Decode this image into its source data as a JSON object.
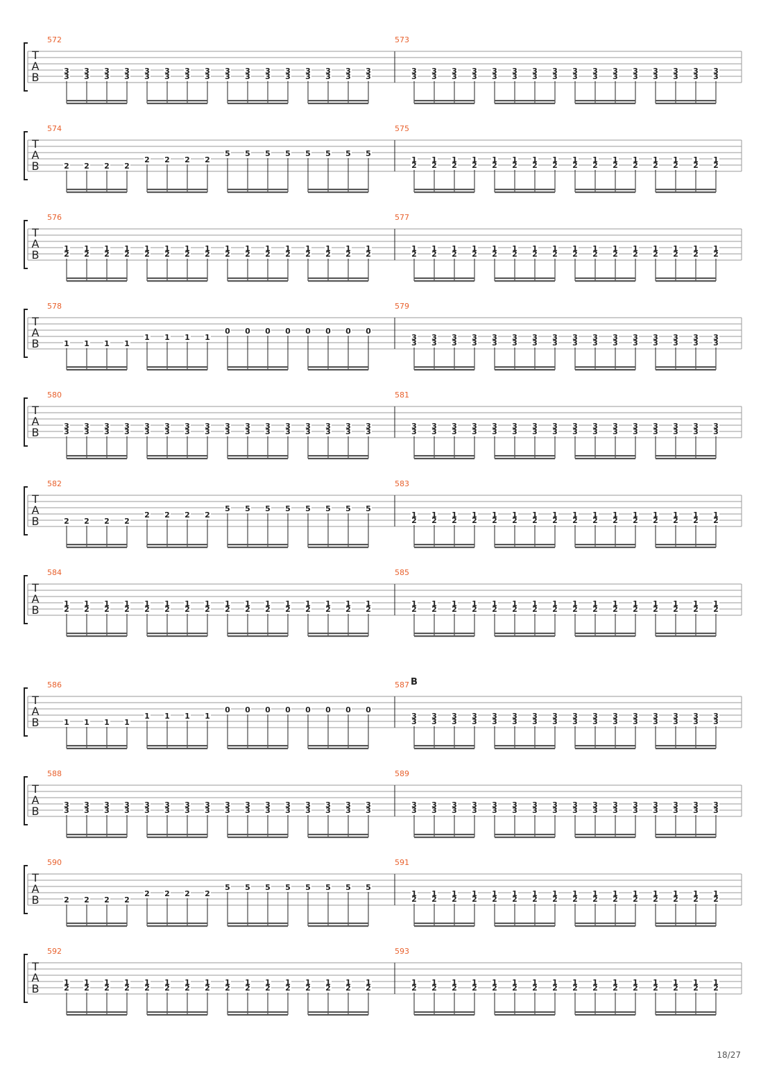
{
  "page": {
    "number": "18/27"
  },
  "colors": {
    "measure_number": "#e8602c",
    "ink": "#222222",
    "staff_line": "#9a9a9a"
  },
  "tab_clef": [
    "T",
    "A",
    "B"
  ],
  "patterns": {
    "thirds": [
      [
        "3",
        "3"
      ],
      [
        "3",
        "3"
      ],
      [
        "3",
        "3"
      ],
      [
        "3",
        "3"
      ],
      [
        "3",
        "3"
      ],
      [
        "3",
        "3"
      ],
      [
        "3",
        "3"
      ],
      [
        "3",
        "3"
      ],
      [
        "3",
        "3"
      ],
      [
        "3",
        "3"
      ],
      [
        "3",
        "3"
      ],
      [
        "3",
        "3"
      ],
      [
        "3",
        "3"
      ],
      [
        "3",
        "3"
      ],
      [
        "3",
        "3"
      ],
      [
        "3",
        "3"
      ]
    ],
    "rise": [
      [
        "2",
        ""
      ],
      [
        "2",
        ""
      ],
      [
        "2",
        ""
      ],
      [
        "2",
        ""
      ],
      [
        "2",
        ""
      ],
      [
        "2",
        ""
      ],
      [
        "2",
        ""
      ],
      [
        "2",
        ""
      ],
      [
        "5",
        ""
      ],
      [
        "5",
        ""
      ],
      [
        "5",
        ""
      ],
      [
        "5",
        ""
      ],
      [
        "5",
        ""
      ],
      [
        "5",
        ""
      ],
      [
        "5",
        ""
      ],
      [
        "5",
        ""
      ]
    ],
    "pairs": [
      [
        "1",
        "2"
      ],
      [
        "1",
        "2"
      ],
      [
        "1",
        "2"
      ],
      [
        "1",
        "2"
      ],
      [
        "1",
        "2"
      ],
      [
        "1",
        "2"
      ],
      [
        "1",
        "2"
      ],
      [
        "1",
        "2"
      ],
      [
        "1",
        "2"
      ],
      [
        "1",
        "2"
      ],
      [
        "1",
        "2"
      ],
      [
        "1",
        "2"
      ],
      [
        "1",
        "2"
      ],
      [
        "1",
        "2"
      ],
      [
        "1",
        "2"
      ],
      [
        "1",
        "2"
      ]
    ],
    "open": [
      [
        "1",
        ""
      ],
      [
        "1",
        ""
      ],
      [
        "1",
        ""
      ],
      [
        "1",
        ""
      ],
      [
        "1",
        ""
      ],
      [
        "1",
        ""
      ],
      [
        "1",
        ""
      ],
      [
        "1",
        ""
      ],
      [
        "0",
        ""
      ],
      [
        "0",
        ""
      ],
      [
        "0",
        ""
      ],
      [
        "0",
        ""
      ],
      [
        "0",
        ""
      ],
      [
        "0",
        ""
      ],
      [
        "0",
        ""
      ],
      [
        "0",
        ""
      ]
    ]
  },
  "systems": [
    {
      "measures": [
        {
          "number": "572",
          "pattern": "thirds"
        },
        {
          "number": "573",
          "pattern": "thirds"
        }
      ]
    },
    {
      "measures": [
        {
          "number": "574",
          "pattern": "rise"
        },
        {
          "number": "575",
          "pattern": "pairs"
        }
      ]
    },
    {
      "measures": [
        {
          "number": "576",
          "pattern": "pairs"
        },
        {
          "number": "577",
          "pattern": "pairs"
        }
      ]
    },
    {
      "measures": [
        {
          "number": "578",
          "pattern": "open"
        },
        {
          "number": "579",
          "pattern": "thirds"
        }
      ]
    },
    {
      "measures": [
        {
          "number": "580",
          "pattern": "thirds"
        },
        {
          "number": "581",
          "pattern": "thirds"
        }
      ]
    },
    {
      "measures": [
        {
          "number": "582",
          "pattern": "rise"
        },
        {
          "number": "583",
          "pattern": "pairs"
        }
      ]
    },
    {
      "measures": [
        {
          "number": "584",
          "pattern": "pairs"
        },
        {
          "number": "585",
          "pattern": "pairs"
        }
      ]
    },
    {
      "section": "B",
      "measures": [
        {
          "number": "586",
          "pattern": "open"
        },
        {
          "number": "587",
          "pattern": "thirds"
        }
      ]
    },
    {
      "measures": [
        {
          "number": "588",
          "pattern": "thirds"
        },
        {
          "number": "589",
          "pattern": "thirds"
        }
      ]
    },
    {
      "measures": [
        {
          "number": "590",
          "pattern": "rise"
        },
        {
          "number": "591",
          "pattern": "pairs"
        }
      ]
    },
    {
      "measures": [
        {
          "number": "592",
          "pattern": "pairs"
        },
        {
          "number": "593",
          "pattern": "pairs"
        }
      ]
    }
  ]
}
